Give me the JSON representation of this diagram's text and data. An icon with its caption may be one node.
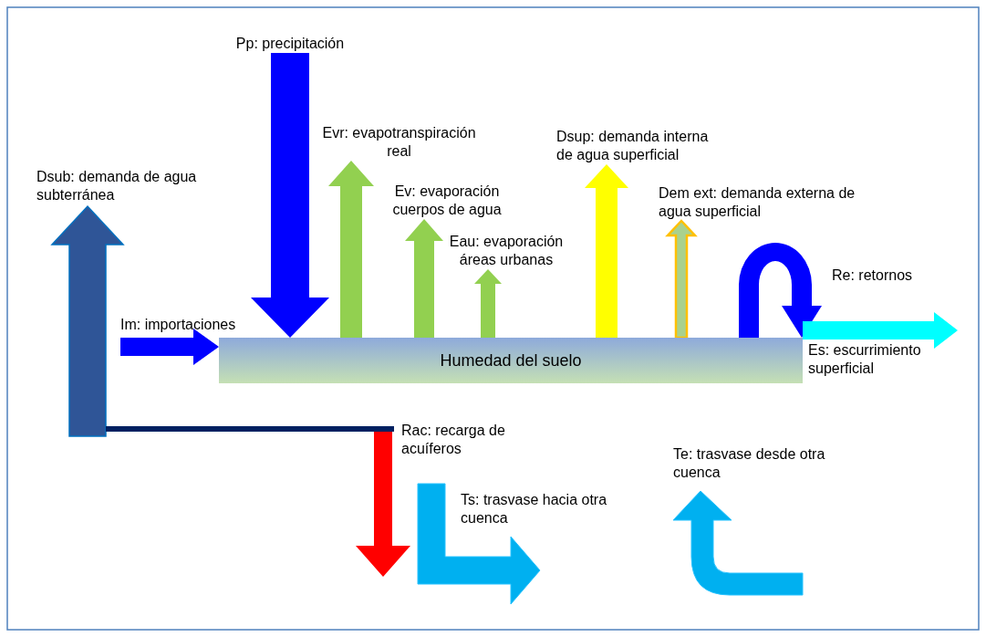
{
  "diagram": {
    "nodes": [
      {
        "text": [
          "Pp: precipitación"
        ]
      },
      {
        "text": [
          "Evr: evapotranspiración real"
        ]
      },
      {
        "text": [
          "Dsup: demanda interna de agua superficial"
        ]
      },
      {
        "text": [
          "Ev: evaporación cuerpos de agua"
        ]
      },
      {
        "text": [
          "Dem ext: demanda externa de agua superficial"
        ]
      },
      {
        "text": [
          "Eau: evaporación áreas urbanas"
        ]
      },
      {
        "text": [
          "Im: importaciones"
        ]
      },
      {
        "text": [
          "Humedad del suelo"
        ]
      },
      {
        "text": [
          "Es: escurrimiento superficial"
        ]
      },
      {
        "text": [
          "Dsub: demanda de agua subterránea"
        ]
      }
    ],
    "edges": [
      {
        "from": 0,
        "to": 7,
        "arrow": "to",
        "color": "#0000ff"
      },
      {
        "from": 6,
        "to": 7,
        "arrow": "to",
        "color": "#0000ff"
      },
      {
        "from": 7,
        "to": 1,
        "arrow": "to",
        "color": "#92d050"
      },
      {
        "from": 7,
        "to": 3,
        "arrow": "to",
        "color": "#92d050"
      },
      {
        "from": 7,
        "to": 5,
        "arrow": "to",
        "color": "#92d050"
      },
      {
        "from": 7,
        "to": 2,
        "arrow": "to",
        "color": "#ffff00"
      },
      {
        "from": 7,
        "to": 4,
        "arrow": "to",
        "color": "#a9d18e"
      },
      {
        "from": 7,
        "to": 7,
        "arrow": "to",
        "label": "Re: retornos",
        "color": "#0000ff"
      },
      {
        "from": 7,
        "to": 8,
        "arrow": "to",
        "color": "#00ffff"
      },
      {
        "from": null,
        "to": 9,
        "arrow": "to",
        "color": "#2f5597"
      }
    ],
    "labels": [
      "Rac: recarga de acuíferos",
      "Ts: trasvase hacia otra cuenca",
      "Te: trasvase desde otra cuenca"
    ]
  }
}
